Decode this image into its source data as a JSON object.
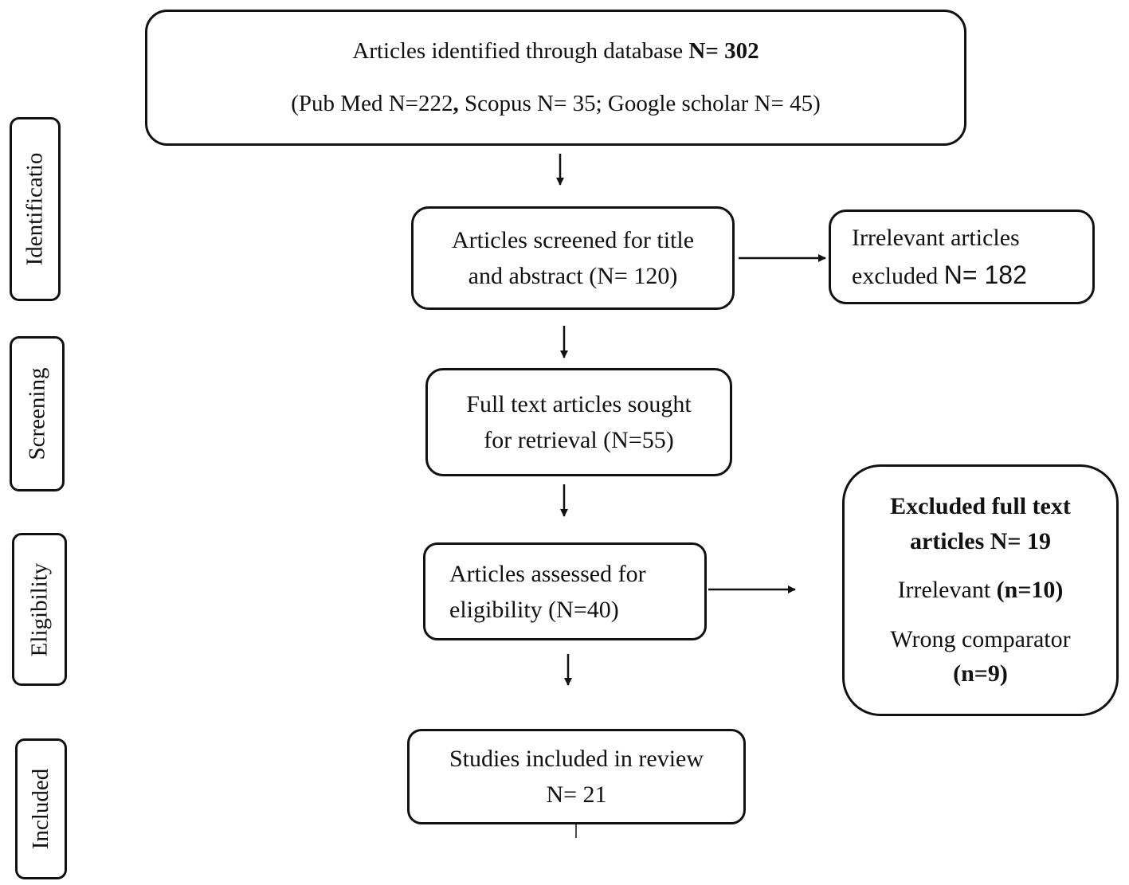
{
  "stages": {
    "identification": "Identificatio",
    "screening": "Screening",
    "eligibility": "Eligibility",
    "included": "Included"
  },
  "identified": {
    "line1_text": "Articles identified through database ",
    "line1_count": "N= 302",
    "line2_pre": "(Pub Med N=222",
    "line2_comma": ",",
    "line2_post": " Scopus N= 35; Google scholar N= 45)"
  },
  "screened": {
    "line1": "Articles screened for title",
    "line2": "and abstract (N= 120)"
  },
  "irrelevant_excluded": {
    "line1": "Irrelevant articles",
    "line2_text": "excluded ",
    "line2_count": "N= 182"
  },
  "sought": {
    "line1": "Full text articles sought",
    "line2": "for retrieval (N=55)"
  },
  "assessed": {
    "line1": "Articles assessed for",
    "line2": "eligibility (N=40)"
  },
  "excluded_full_text": {
    "title_line1": "Excluded full text",
    "title_line2": "articles N= 19",
    "irrelevant_label": "Irrelevant ",
    "irrelevant_count": "(n=10)",
    "wrong_label": "Wrong comparator",
    "wrong_count": "(n=9)"
  },
  "included": {
    "line1": "Studies included in review",
    "line2": "N= 21"
  }
}
